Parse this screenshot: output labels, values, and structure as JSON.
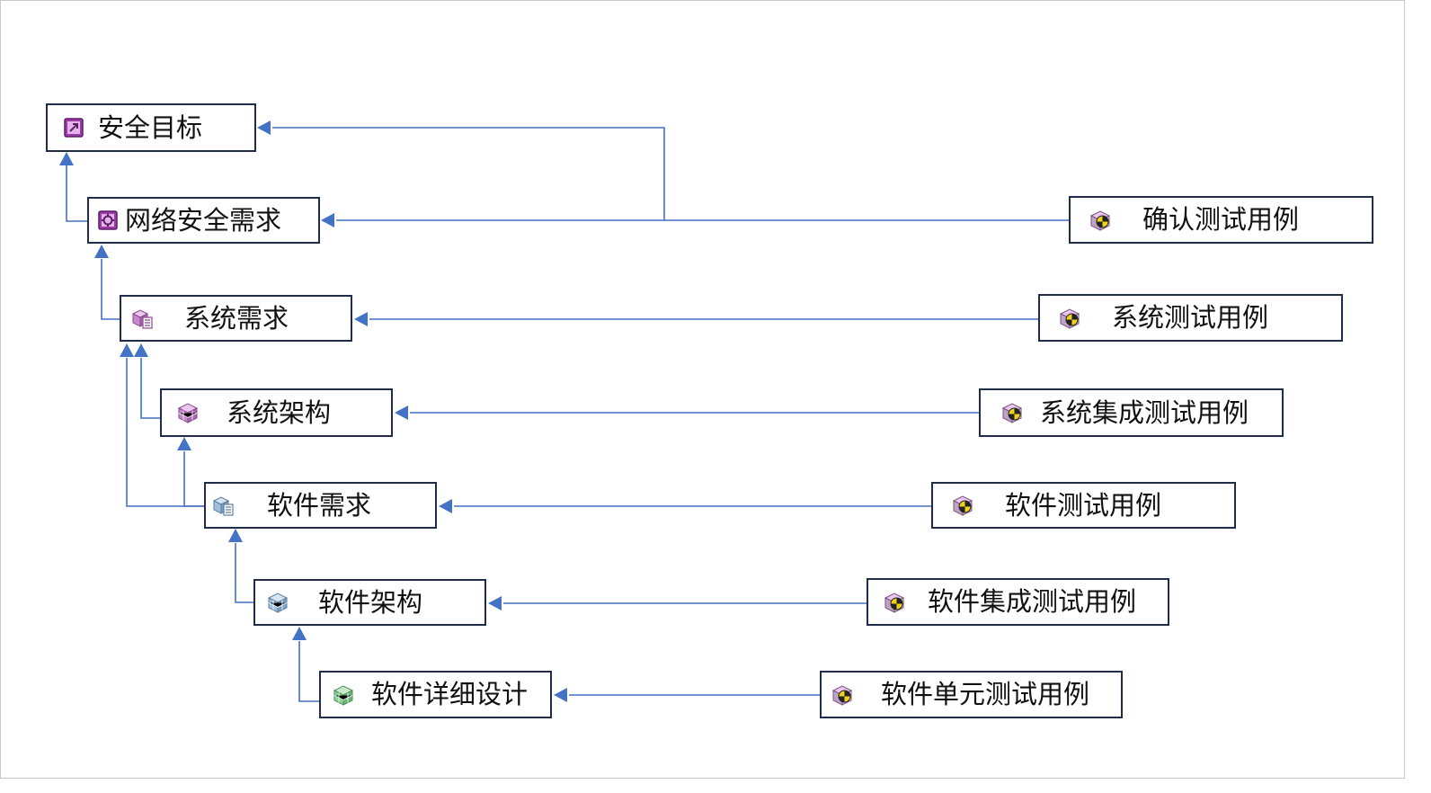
{
  "colors": {
    "connector": "#4472c4",
    "node_border": "#1f2d4a",
    "icon_safety": "#9b3aa8",
    "icon_system": "#c48ac9",
    "icon_software": "#8fb3d8",
    "icon_detail": "#7fc38a",
    "icon_test": "#f1d21a"
  },
  "requirements": {
    "safety_goal": {
      "label": "安全目标",
      "icon": "package-icon"
    },
    "cybersecurity_req": {
      "label": "网络安全需求",
      "icon": "security-package-icon"
    },
    "system_req": {
      "label": "系统需求",
      "icon": "requirement-cube-icon"
    },
    "system_arch": {
      "label": "系统架构",
      "icon": "architecture-cube-icon"
    },
    "software_req": {
      "label": "软件需求",
      "icon": "requirement-cube-icon"
    },
    "software_arch": {
      "label": "软件架构",
      "icon": "architecture-cube-icon"
    },
    "software_detail": {
      "label": "软件详细设计",
      "icon": "design-cube-icon"
    }
  },
  "tests": {
    "validation_test": {
      "label": "确认测试用例",
      "icon": "test-case-icon"
    },
    "system_test": {
      "label": "系统测试用例",
      "icon": "test-case-icon"
    },
    "system_integration_test": {
      "label": "系统集成测试用例",
      "icon": "test-case-icon"
    },
    "software_test": {
      "label": "软件测试用例",
      "icon": "test-case-icon"
    },
    "software_integration_test": {
      "label": "软件集成测试用例",
      "icon": "test-case-icon"
    },
    "software_unit_test": {
      "label": "软件单元测试用例",
      "icon": "test-case-icon"
    }
  }
}
